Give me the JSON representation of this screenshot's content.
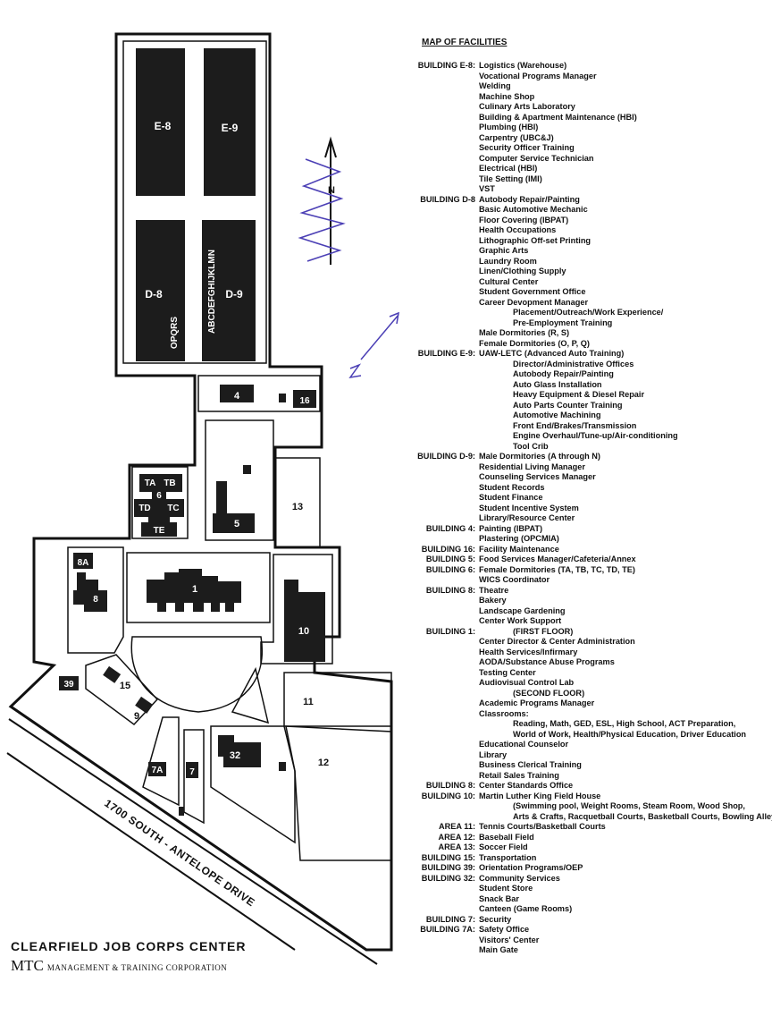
{
  "map": {
    "title": "MAP OF FACILITIES",
    "center_name": "CLEARFIELD JOB CORPS CENTER",
    "org_logo": "MTC",
    "org_name": "MANAGEMENT & TRAINING CORPORATION",
    "road_label": "1700 SOUTH - ANTELOPE DRIVE",
    "north_label": "N",
    "building_labels": {
      "e8": "E-8",
      "e9": "E-9",
      "d8": "D-8",
      "d9": "D-9",
      "d8_rooms": "OPQRS",
      "d9_rooms": "ABCDEFGHIJKLMN",
      "b4": "4",
      "b16": "16",
      "b5": "5",
      "a13": "13",
      "b6": "6",
      "ta": "TA",
      "tb": "TB",
      "td": "TD",
      "tc": "TC",
      "te": "TE",
      "b8a": "8A",
      "b8": "8",
      "b1": "1",
      "b10": "10",
      "b39": "39",
      "b15": "15",
      "b9": "9",
      "a11": "11",
      "b32": "32",
      "a12": "12",
      "b7a": "7A",
      "b7": "7"
    }
  },
  "legend": [
    {
      "building": "BUILDING E-8:",
      "items": [
        "Logistics (Warehouse)",
        "Vocational Programs Manager",
        "Welding",
        "Machine Shop",
        "Culinary Arts Laboratory",
        "Building & Apartment Maintenance (HBI)",
        "Plumbing (HBI)",
        "Carpentry (UBC&J)",
        "Security Officer Training",
        "Computer Service Technician",
        "Electrical (HBI)",
        "Tile Setting (IMI)",
        "VST"
      ]
    },
    {
      "building": "BUILDING D-8",
      "items": [
        "Autobody Repair/Painting",
        "Basic Automotive Mechanic",
        "Floor Covering (IBPAT)",
        "Health Occupations",
        "Lithographic Off-set Printing",
        "Graphic Arts",
        "Laundry Room",
        "Linen/Clothing Supply",
        "Cultural Center",
        "Student Government Office",
        "Career Devopment Manager",
        "      Placement/Outreach/Work Experience/",
        "      Pre-Employment Training",
        "Male Dormitories (R, S)",
        "Female Dormitories (O, P, Q)"
      ]
    },
    {
      "building": "BUILDING E-9:",
      "items": [
        "UAW-LETC (Advanced Auto Training)",
        "      Director/Administrative Offices",
        "      Autobody Repair/Painting",
        "      Auto Glass Installation",
        "      Heavy Equipment & Diesel Repair",
        "      Auto Parts Counter Training",
        "      Automotive Machining",
        "      Front End/Brakes/Transmission",
        "      Engine Overhaul/Tune-up/Air-conditioning",
        "      Tool Crib"
      ]
    },
    {
      "building": "BUILDING D-9:",
      "items": [
        "Male Dormitories (A through N)",
        "Residential Living Manager",
        "Counseling Services Manager",
        "Student Records",
        "Student Finance",
        "Student Incentive System",
        "Library/Resource Center"
      ]
    },
    {
      "building": "BUILDING 4:",
      "items": [
        "Painting (IBPAT)",
        "Plastering (OPCMIA)"
      ]
    },
    {
      "building": "BUILDING 16:",
      "items": [
        "Facility Maintenance"
      ]
    },
    {
      "building": "BUILDING 5:",
      "items": [
        "Food Services Manager/Cafeteria/Annex"
      ]
    },
    {
      "building": "BUILDING 6:",
      "items": [
        "Female Dormitories (TA, TB, TC, TD, TE)",
        "WICS Coordinator"
      ]
    },
    {
      "building": "BUILDING 8:",
      "items": [
        "Theatre",
        "Bakery",
        "Landscape Gardening",
        "Center Work Support"
      ]
    },
    {
      "building": "BUILDING 1:",
      "items": [
        "      (FIRST FLOOR)",
        "Center Director & Center Administration",
        "Health Services/Infirmary",
        "AODA/Substance Abuse Programs",
        "Testing Center",
        "Audiovisual Control Lab",
        "      (SECOND FLOOR)",
        "Academic Programs Manager",
        "Classrooms:",
        "      Reading, Math, GED, ESL, High School, ACT Preparation,",
        "      World of Work, Health/Physical Education, Driver Education",
        "Educational Counselor",
        "Library",
        "Business Clerical Training",
        "Retail Sales Training"
      ]
    },
    {
      "building": "BUILDING 8:",
      "items": [
        "Center Standards Office"
      ]
    },
    {
      "building": "BUILDING 10:",
      "items": [
        "Martin Luther King Field House",
        "      (Swimming pool, Weight Rooms, Steam Room, Wood Shop,",
        "      Arts & Crafts, Racquetball Courts, Basketball Courts, Bowling Alley"
      ]
    },
    {
      "building": "AREA 11:",
      "items": [
        "Tennis Courts/Basketball Courts"
      ]
    },
    {
      "building": "AREA 12:",
      "items": [
        "Baseball Field"
      ]
    },
    {
      "building": "AREA 13:",
      "items": [
        "Soccer Field"
      ]
    },
    {
      "building": "BUILDING 15:",
      "items": [
        "Transportation"
      ]
    },
    {
      "building": "BUILDING 39:",
      "items": [
        "Orientation Programs/OEP"
      ]
    },
    {
      "building": "BUILDING 32:",
      "items": [
        "Community Services",
        "Student Store",
        "Snack Bar",
        "Canteen (Game Rooms)"
      ]
    },
    {
      "building": "BUILDING 7:",
      "items": [
        "Security"
      ]
    },
    {
      "building": "BUILDING 7A:",
      "items": [
        "Safety Office",
        "Visitors' Center",
        "Main Gate"
      ]
    }
  ]
}
